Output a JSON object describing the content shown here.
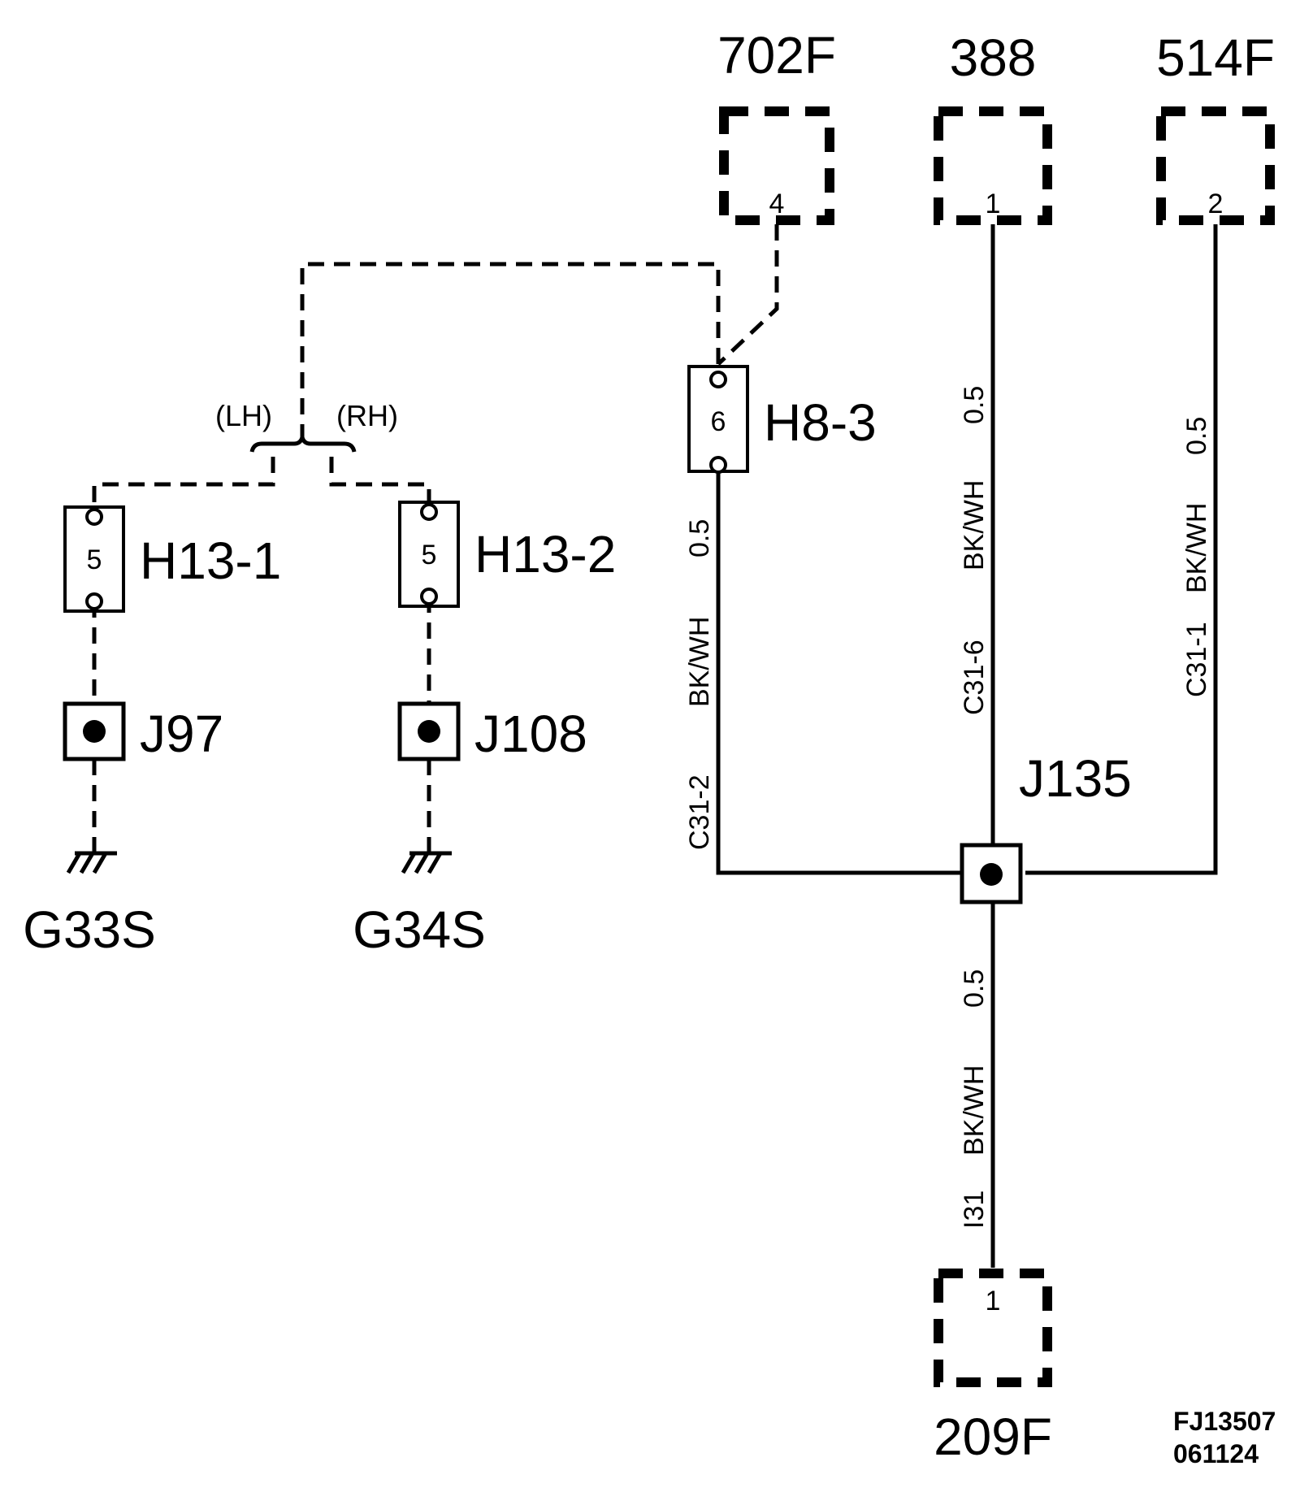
{
  "connectors": {
    "c702f": {
      "ref": "702F",
      "pin": "4"
    },
    "c388": {
      "ref": "388",
      "pin": "1"
    },
    "c514f": {
      "ref": "514F",
      "pin": "2"
    },
    "c209f": {
      "ref": "209F",
      "pin": "1"
    }
  },
  "components": {
    "h8_3": {
      "name": "H8-3",
      "pin": "6"
    },
    "h13_1": {
      "name": "H13-1",
      "pin": "5"
    },
    "h13_2": {
      "name": "H13-2",
      "pin": "5"
    }
  },
  "splices": {
    "j97": {
      "name": "J97"
    },
    "j108": {
      "name": "J108"
    },
    "j135": {
      "name": "J135"
    }
  },
  "grounds": {
    "g33s": {
      "name": "G33S"
    },
    "g34s": {
      "name": "G34S"
    }
  },
  "variants": {
    "lh": "(LH)",
    "rh": "(RH)"
  },
  "wires": {
    "c31_2": {
      "circuit": "C31-2",
      "color": "BK/WH",
      "gauge": "0.5"
    },
    "c31_6": {
      "circuit": "C31-6",
      "color": "BK/WH",
      "gauge": "0.5"
    },
    "c31_1": {
      "circuit": "C31-1",
      "color": "BK/WH",
      "gauge": "0.5"
    },
    "i31": {
      "circuit": "I31",
      "color": "BK/WH",
      "gauge": "0.5"
    }
  },
  "footer": {
    "figure_code": "FJ13507",
    "date_code": "061124"
  },
  "colors": {
    "line": "#000000",
    "background": "#ffffff"
  }
}
